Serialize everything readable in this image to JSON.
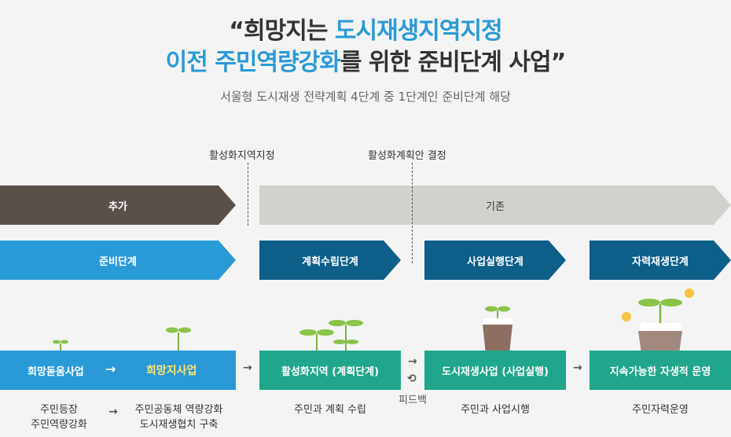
{
  "title": {
    "quote_open": "“",
    "line1_a": "희망지는 ",
    "line1_b": "도시재생지역지정",
    "line2_a": "이전 주민역량강화",
    "line2_b": "를 위한 준비단계 사업",
    "quote_close": "”"
  },
  "subtitle": "서울형 도시재생 전략계획 4단계 중 1단계인 준비단계 해당",
  "markers": {
    "designation": "활성화지역지정",
    "plan_decision": "활성화계획안 결정"
  },
  "bands": {
    "added": "추가",
    "existing": "기존"
  },
  "stages": {
    "prep": "준비단계",
    "planning": "계획수립단계",
    "execution": "사업실행단계",
    "self_sustain": "자력재생단계"
  },
  "programs": {
    "hope_support": "희망돋움사업",
    "hope_land": "희망지사업",
    "revitalization": "활성화지역 (계획단계)",
    "urban_regen": "도시재생사업 (사업실행)",
    "sustainable": "지속가능한 자생적 운영"
  },
  "descriptions": {
    "hope_support_1": "주민등장",
    "hope_support_2": "주민역량강화",
    "hope_land_1": "주민공동체 역량강화",
    "hope_land_2": "도시재생협치 구축",
    "revitalization": "주민과 계획 수립",
    "feedback": "피드백",
    "urban_regen": "주민과 사업시행",
    "sustainable": "주민자력운영"
  },
  "icons": {
    "arrow": "→",
    "chevron": "›",
    "cycle": "⟲"
  },
  "colors": {
    "added_band": "#5a504a",
    "existing_band": "#d3d1cc",
    "prep_stage": "#2a9ad6",
    "dark_stage": "#0e5f8a",
    "blue_box": "#2a9ad6",
    "teal_box": "#20a68a",
    "highlight": "#2a9ad6",
    "hope_land_text": "#ffe36b"
  }
}
